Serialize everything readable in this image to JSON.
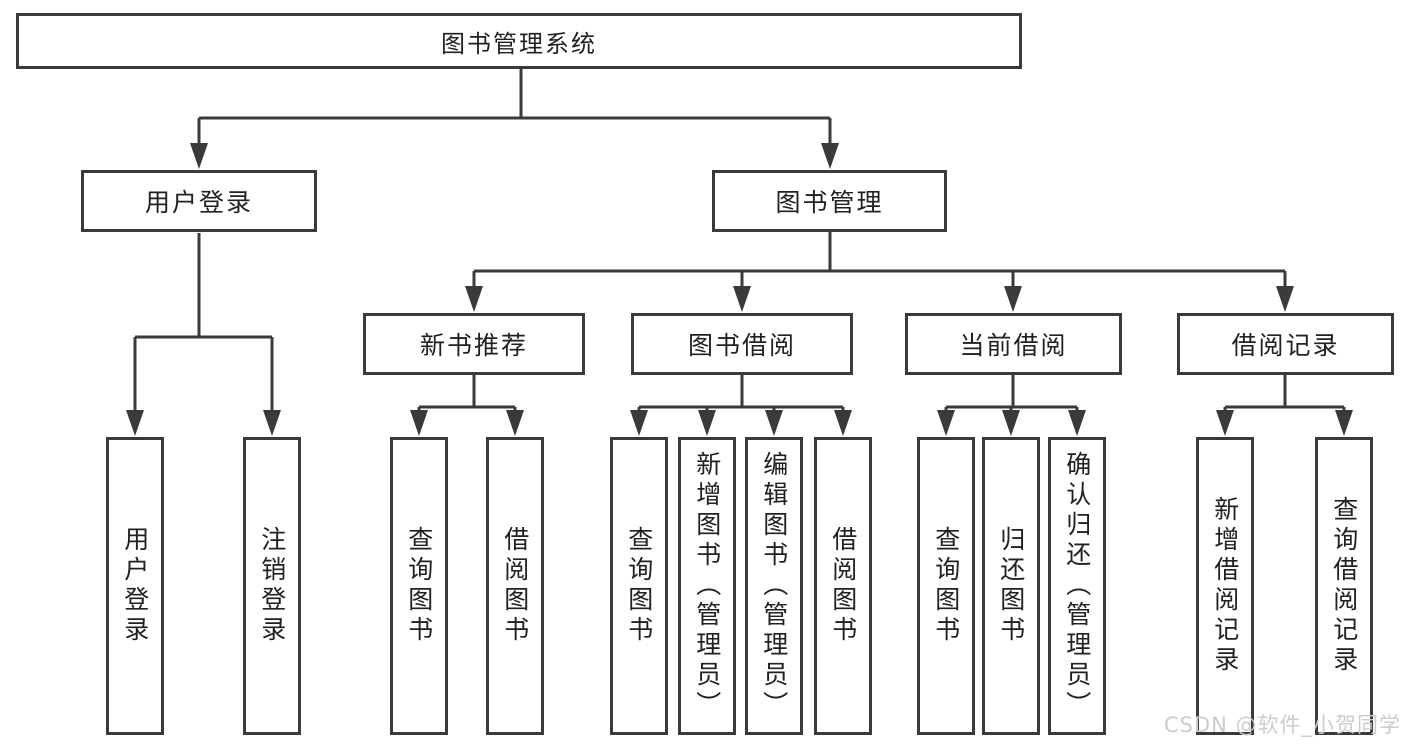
{
  "title": {
    "label": "图书管理系统"
  },
  "level2": [
    {
      "label": "用户登录"
    },
    {
      "label": "图书管理"
    }
  ],
  "level3": [
    {
      "label": "新书推荐",
      "parent": "图书管理"
    },
    {
      "label": "图书借阅",
      "parent": "图书管理"
    },
    {
      "label": "当前借阅",
      "parent": "图书管理"
    },
    {
      "label": "借阅记录",
      "parent": "图书管理"
    }
  ],
  "leaves": [
    {
      "label": "用户登录",
      "parent": "用户登录"
    },
    {
      "label": "注销登录",
      "parent": "用户登录"
    },
    {
      "label": "查询图书",
      "parent": "新书推荐"
    },
    {
      "label": "借阅图书",
      "parent": "新书推荐"
    },
    {
      "label": "查询图书",
      "parent": "图书借阅"
    },
    {
      "label": "新增图书（管理员）",
      "parent": "图书借阅"
    },
    {
      "label": "编辑图书（管理员）",
      "parent": "图书借阅"
    },
    {
      "label": "借阅图书",
      "parent": "图书借阅"
    },
    {
      "label": "查询图书",
      "parent": "当前借阅"
    },
    {
      "label": "归还图书",
      "parent": "当前借阅"
    },
    {
      "label": "确认归还（管理员）",
      "parent": "当前借阅"
    },
    {
      "label": "新增借阅记录",
      "parent": "借阅记录"
    },
    {
      "label": "查询借阅记录",
      "parent": "借阅记录"
    }
  ],
  "watermark": {
    "text": "CSDN @软件_小贺同学"
  },
  "colors": {
    "line": "#3a3a3a",
    "box_border": "#3a3a3a",
    "text": "#212121",
    "watermark": "#c9cdd1",
    "background": "#ffffff"
  }
}
